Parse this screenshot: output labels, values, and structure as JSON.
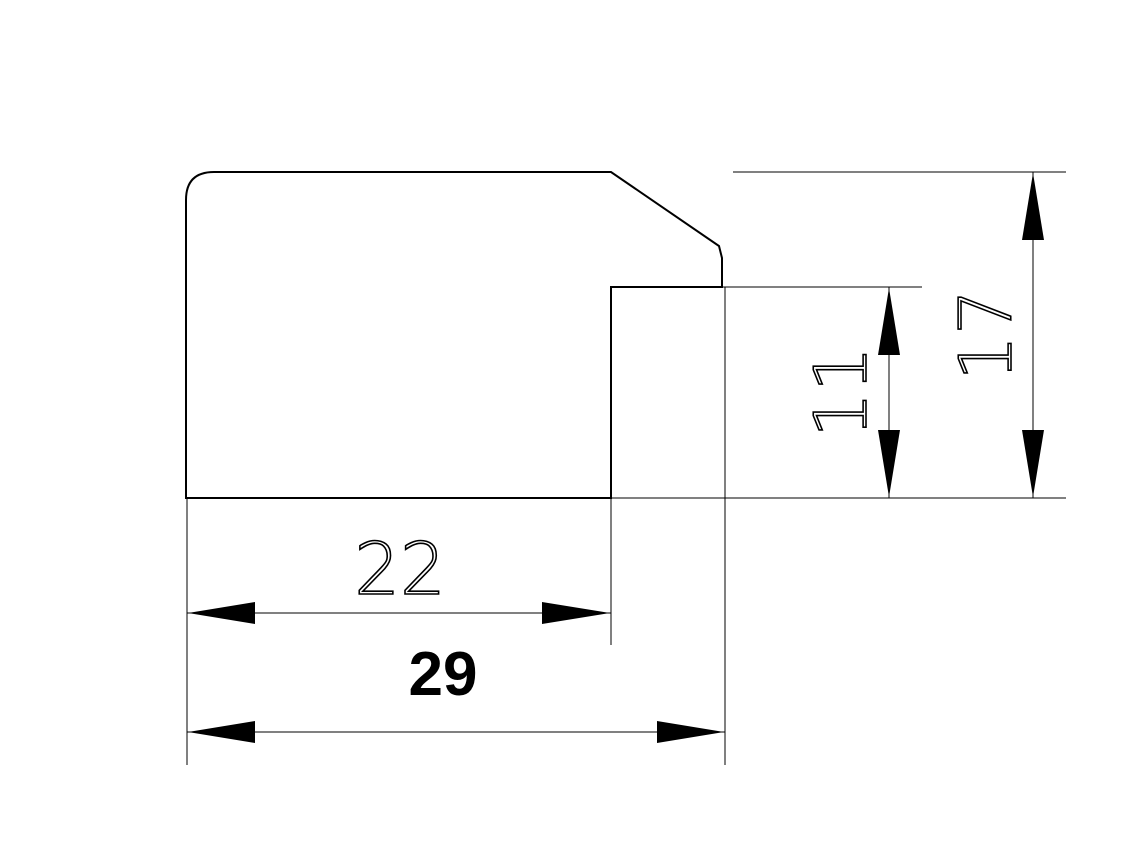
{
  "dimensions": {
    "width_inner": "22",
    "width_total": "29",
    "height_step": "11",
    "height_total": "17"
  }
}
